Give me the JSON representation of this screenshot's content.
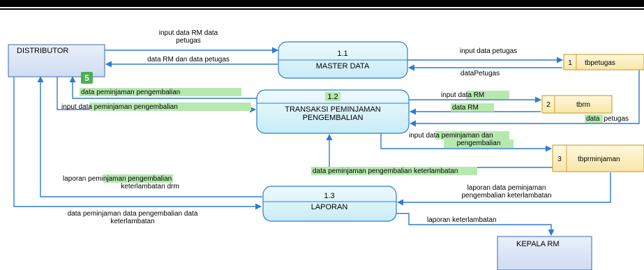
{
  "colors": {
    "external_fill": "#d9e6f7",
    "process_fill": "#d6f1fa",
    "store_fill": "#fdf0c2",
    "store_border": "#c9a640",
    "flow_line": "#2e7bd1",
    "highlight": "#b6e8b0",
    "badge": "#4caf50"
  },
  "badge": "5",
  "entities": {
    "distributor": "DISTRIBUTOR",
    "kepala_rm": "KEPALA RM"
  },
  "processes": {
    "p1": {
      "number": "1.1",
      "name": "MASTER DATA"
    },
    "p2": {
      "number": "1.2",
      "name_line1": "TRANSAKSI PEMINJAMAN",
      "name_line2": "PENGEMBALIAN"
    },
    "p3": {
      "number": "1.3",
      "name": "LAPORAN"
    }
  },
  "stores": {
    "s1": {
      "number": "1",
      "name": "tbpetugas"
    },
    "s2": {
      "number": "2",
      "name": "tbrm"
    },
    "s3": {
      "number": "3",
      "name": "tbprminjaman"
    }
  },
  "flows": {
    "f1_line1": "input data RM data",
    "f1_line2": "petugas",
    "f2": "data RM dan data petugas",
    "f3": "input data petugas",
    "f4": "dataPetugas",
    "f5": "data peminjaman pengembalian",
    "f6_plain": "input ",
    "f6_hl": "data peminjaman pengembalian",
    "f7_plain": "input ",
    "f7_hl": "data RM",
    "f8": "data RM",
    "f9_hl": "data",
    "f9_plain": "petugas",
    "f10_a": "input ",
    "f10_b": "data peminjaman",
    "f10_c": " dan",
    "f10_line2": "pengembalian",
    "f11_hl": "data peminjaman pengembalian",
    "f11_plain": " keterlambatan",
    "f12_a": "laporan ",
    "f12_b": "peminjaman",
    "f12_c": " pengembalian",
    "f12_line2": "keterlambatan drm",
    "f13_line1": "laporan data peminjaman",
    "f13_line2": "pengembalian keterlambatan",
    "f14_line1": "data peminjaman data pengembalian data",
    "f14_line2": "keterlambatan",
    "f15": "laporan keterlambatan"
  }
}
